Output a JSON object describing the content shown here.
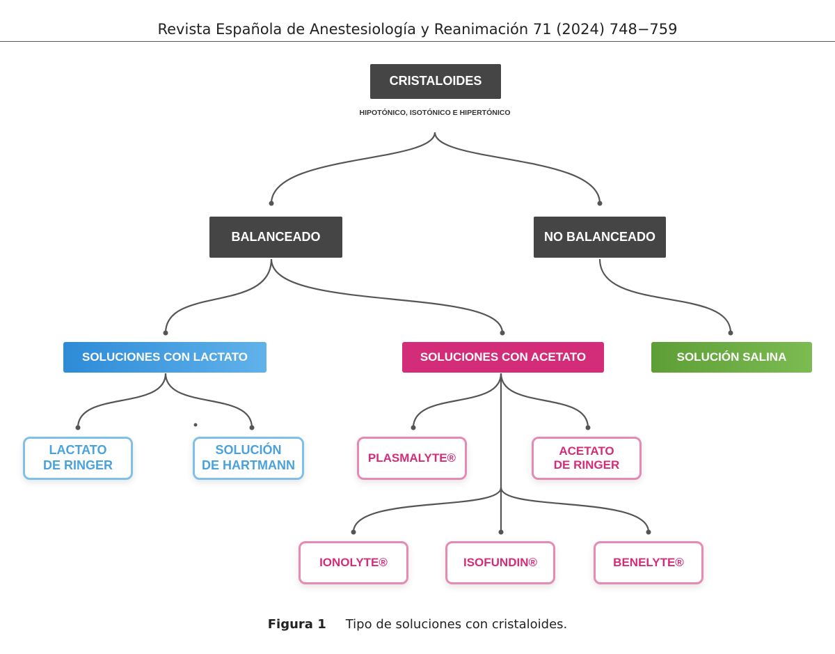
{
  "header": "Revista Española de Anestesiología y Reanimación 71 (2024) 748−759",
  "diagram": {
    "root": "CRISTALOIDES",
    "root_subtitle": "HIPOTÓNICO, ISOTÓNICO E HIPERTÓNICO",
    "balanced": "BALANCEADO",
    "unbalanced": "NO BALANCEADO",
    "lactate": "SOLUCIONES CON LACTATO",
    "acetate": "SOLUCIONES CON ACETATO",
    "saline": "SOLUCIÓN SALINA",
    "lactato_ringer": [
      "LACTATO",
      "DE RINGER"
    ],
    "hartmann": [
      "SOLUCIÓN",
      "DE HARTMANN"
    ],
    "plasmalyte": "PLASMALYTE®",
    "acetato_ringer": [
      "ACETATO",
      "DE RINGER"
    ],
    "ionolyte": "IONOLYTE®",
    "isofundin": "ISOFUNDIN®",
    "benelyte": "BENELYTE®",
    "colors": {
      "dark": "#454545",
      "blue": "#2d8bd8",
      "pink": "#d32d7a",
      "green": "#6aa843",
      "link": "#555555"
    }
  },
  "caption": {
    "label": "Figura 1",
    "text": "Tipo de soluciones con cristaloides."
  }
}
